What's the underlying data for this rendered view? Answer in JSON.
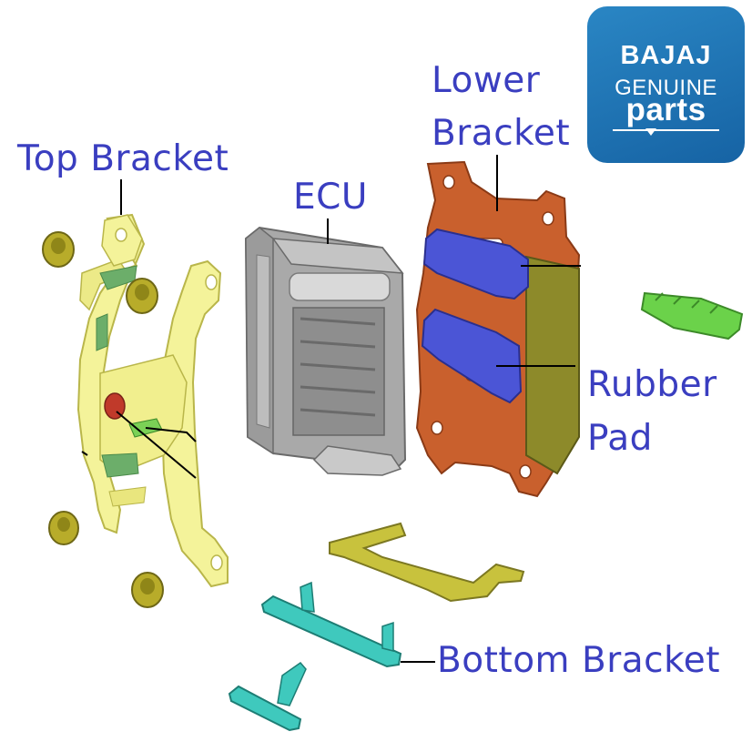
{
  "labels": {
    "top_bracket": "Top Bracket",
    "ecu": "ECU",
    "lower_bracket_line1": "Lower",
    "lower_bracket_line2": "Bracket",
    "rubber_pad_line1": "Rubber",
    "rubber_pad_line2": "Pad",
    "bottom_bracket": "Bottom Bracket"
  },
  "logo": {
    "brand": "BAJAJ",
    "line2": "GENUINE",
    "line3": "parts"
  },
  "colors": {
    "label_text": "#3a3ec0",
    "logo_bg": "#1f75b8",
    "top_bracket": "#f4f39a",
    "bushing": "#b8ac2a",
    "ecu_body": "#a9a9a9",
    "lower_bracket": "#c9602d",
    "rubber_pad": "#4b55d6",
    "side_plate": "#8d8a2a",
    "bottom_bracket": "#c8c23d",
    "clip": "#3fc9bd",
    "connector": "#6bd24a"
  },
  "icons": [
    "bajaj-genuine-parts-logo"
  ]
}
